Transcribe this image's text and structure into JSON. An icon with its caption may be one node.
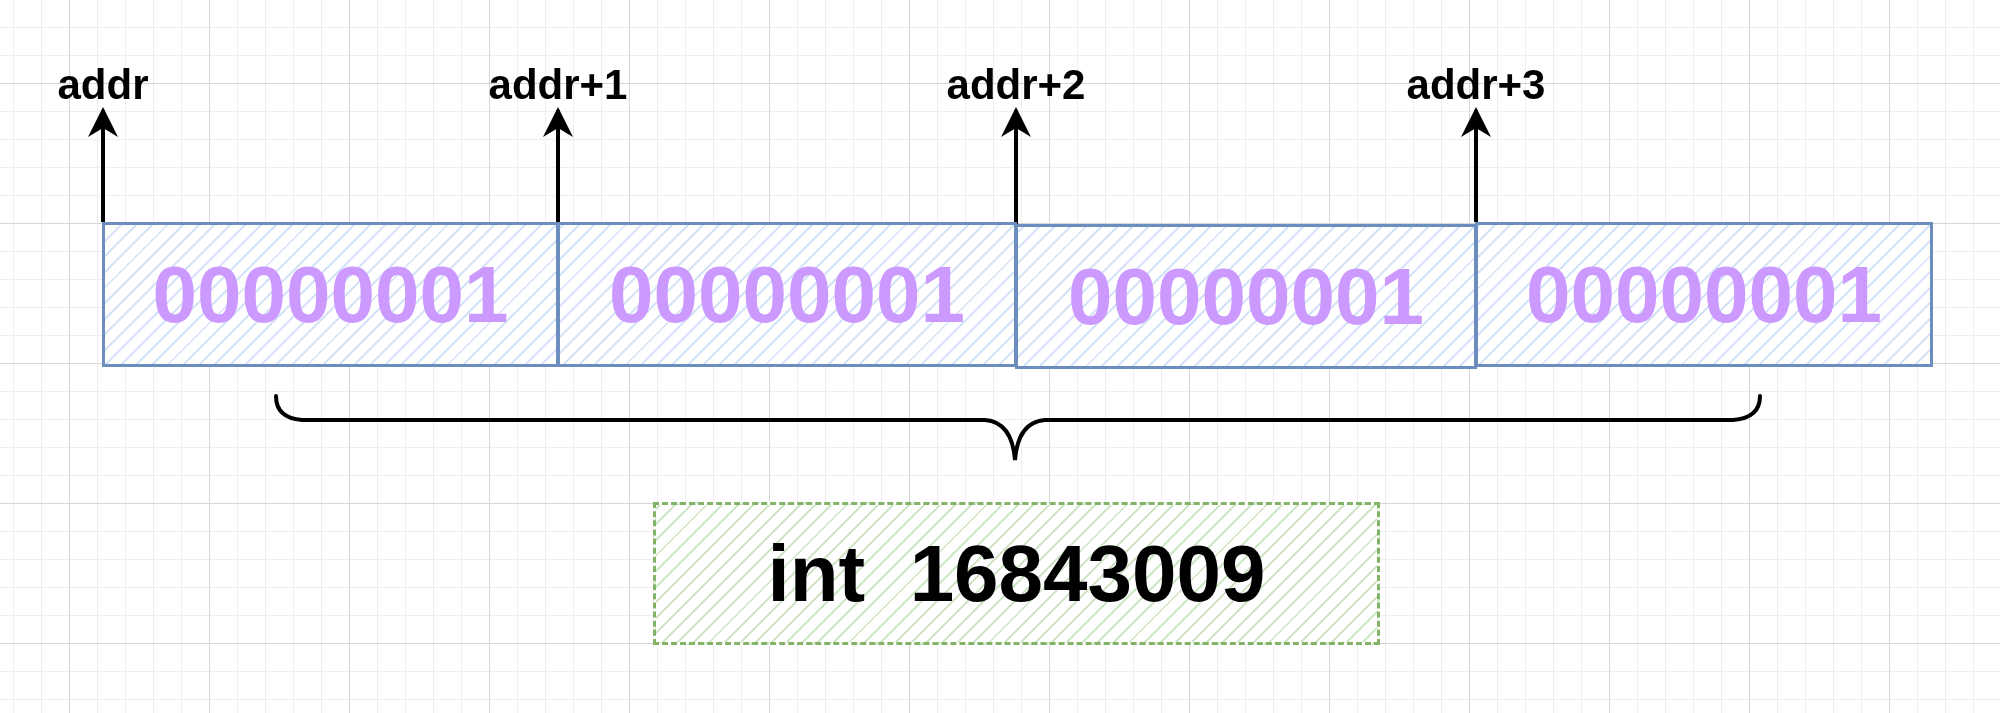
{
  "diagram": {
    "nodes": [
      {
        "text": [
          "addr"
        ]
      },
      {
        "text": [
          "addr+1"
        ]
      },
      {
        "text": [
          "addr+2"
        ]
      },
      {
        "text": [
          "addr+3"
        ]
      },
      {
        "text": [
          "00000001"
        ]
      },
      {
        "text": [
          "00000001"
        ]
      },
      {
        "text": [
          "00000001"
        ]
      },
      {
        "text": [
          "00000001"
        ]
      },
      {
        "text": [
          "int  16843009"
        ]
      }
    ],
    "edges": [
      {
        "from": 4,
        "to": 0,
        "arrow": "to"
      },
      {
        "from": 5,
        "to": 1,
        "arrow": "to"
      },
      {
        "from": 6,
        "to": 2,
        "arrow": "to"
      },
      {
        "from": 7,
        "to": 3,
        "arrow": "to"
      }
    ]
  }
}
